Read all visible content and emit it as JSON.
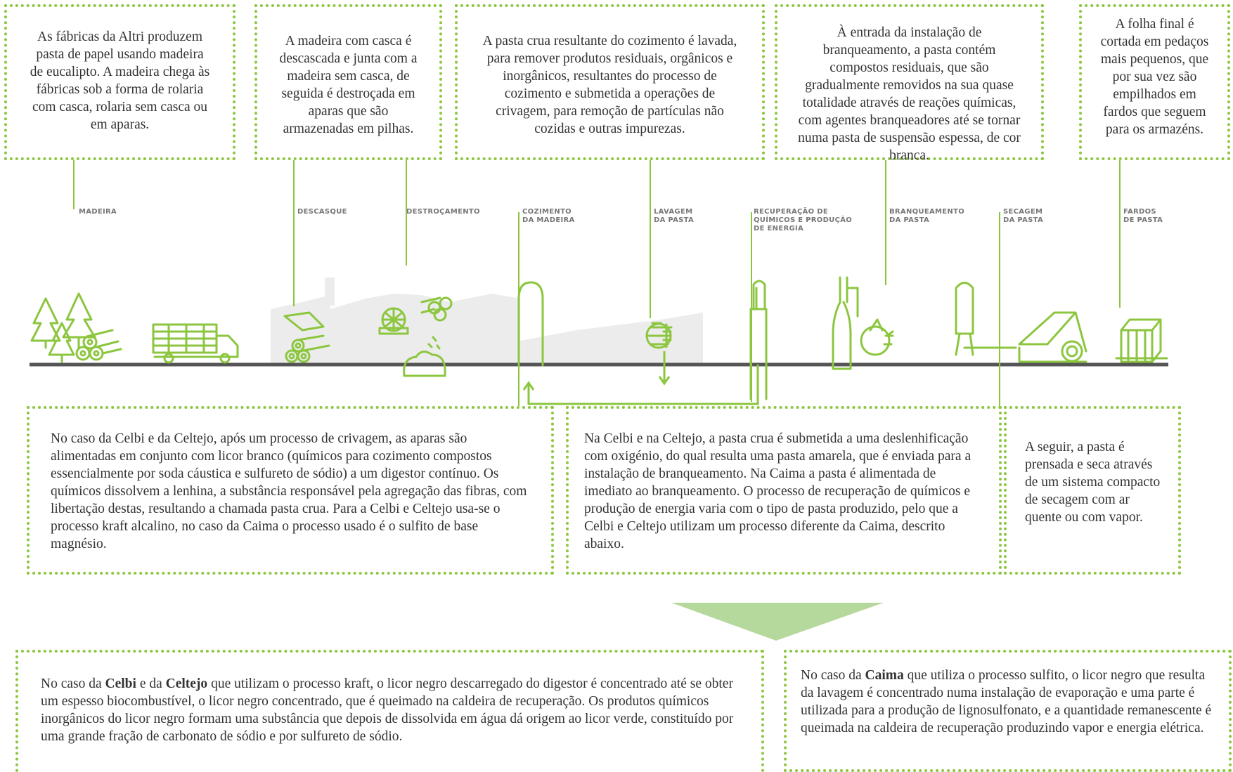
{
  "top_boxes": {
    "madeira": "As fábricas da Altri produzem pasta de papel usando madeira de eucalipto. A madeira chega às fábricas sob a forma de rolaria com casca, rolaria sem casca ou em aparas.",
    "descasque": "A madeira com casca é descascada e junta com a madeira sem casca, de seguida é destroçada em aparas que são armazenadas em pilhas.",
    "lavagem": "A pasta crua resultante do cozimento é lavada, para remover produtos residuais, orgânicos e inorgânicos, resultantes do processo de cozimento e submetida a operações de crivagem, para remoção de partículas não cozidas e outras impurezas.",
    "branqueamento": "À entrada da instalação de branqueamento, a pasta contém compostos residuais, que são gradualmente removidos na sua quase totalidade através de reações químicas, com agentes branqueadores até se tornar numa pasta de suspensão espessa, de cor branca.",
    "fardos": "A folha final é cortada em pedaços mais pequenos, que por sua vez são empilhados em fardos que seguem para os armazéns."
  },
  "stages": {
    "madeira": "MADEIRA",
    "descasque": "DESCASQUE",
    "destrocamento": "DESTROÇAMENTO",
    "cozimento": "COZIMENTO\nDA MADEIRA",
    "lavagem": "LAVAGEM\nDA PASTA",
    "recuperacao": "RECUPERAÇÃO DE\nQUÍMICOS E PRODUÇÃO\nDE ENERGIA",
    "branqueamento": "BRANQUEAMENTO\nDA PASTA",
    "secagem": "SECAGEM\nDA PASTA",
    "fardos": "FARDOS\nDE PASTA"
  },
  "mid_boxes": {
    "cozimento": "No caso da Celbi e da Celtejo, após um processo de crivagem, as aparas são alimentadas em conjunto com licor branco (químicos para cozimento compostos essencialmente por soda cáustica e sulfureto de sódio) a um digestor contínuo. Os químicos dissolvem a lenhina, a substância responsável pela agregação das fibras, com libertação destas, resultando a chamada pasta crua. Para a Celbi e Celtejo usa-se o processo kraft alcalino, no caso da Caima o processo usado é o sulfito de base magnésio.",
    "deslenhificacao": "Na Celbi e na Celtejo, a pasta crua é submetida a uma deslenhificação com oxigénio, do qual resulta uma pasta amarela, que é enviada para a instalação de branqueamento. Na Caima a pasta é alimentada de imediato ao branqueamento. O processo de recuperação de químicos e produção de energia varia com o tipo de pasta produzido, pelo que a Celbi e Celtejo utilizam um processo diferente da Caima, descrito abaixo.",
    "secagem": "A seguir, a pasta é prensada e seca através de um sistema compacto de secagem com ar quente ou com vapor."
  },
  "bottom_boxes": {
    "kraft": {
      "p1": "No caso da ",
      "b1": "Celbi",
      "p2": " e da ",
      "b2": "Celtejo",
      "p3": " que utilizam o processo kraft, o licor negro descarregado do digestor é concentrado até se obter um espesso biocombustível, o licor negro concentrado, que é queimado na caldeira de recuperação. Os produtos químicos inorgânicos do licor negro formam uma substância que depois de dissolvida em água dá origem ao licor verde, constituído por uma grande fração de carbonato de sódio e por sulfureto de sódio."
    },
    "sulfito": {
      "p1": "No caso da ",
      "b1": "Caima",
      "p2": " que utiliza o processo sulfito, o licor negro que resulta da lavagem é concentrado numa instalação de evaporação e uma parte é utilizada para a produção de lignosulfonato, e a quantidade remanescente é queimada na caldeira de recuperação produzindo vapor e energia elétrica."
    }
  },
  "colors": {
    "accent": "#8cc63f",
    "arrow": "#b5d89c",
    "ground": "#555555",
    "factory": "#ececec"
  },
  "icons": [
    "trees-icon",
    "logs-icon",
    "truck-icon",
    "debarker-icon",
    "chipper-icon",
    "chips-pile-icon",
    "digester-icon",
    "washer-icon",
    "recovery-boiler-icon",
    "bleaching-tower-icon",
    "dryer-icon",
    "bales-icon"
  ]
}
